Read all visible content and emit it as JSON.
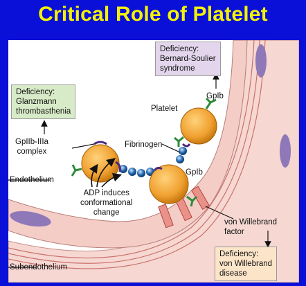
{
  "title": "Critical Role of Platelet",
  "labels": {
    "platelet": "Platelet",
    "fibrinogen": "Fibrinogen",
    "gpib_top": "GpIb",
    "gpib_mid": "GpIb",
    "gpiib_line1": "GpIIb-IIIa",
    "gpiib_line2": "complex",
    "endothelium": "Endothelium",
    "subendothelium": "Subendothelium",
    "adp_line1": "ADP induces",
    "adp_line2": "conformational",
    "adp_line3": "change",
    "vwf_line1": "von Willebrand",
    "vwf_line2": "factor"
  },
  "boxes": {
    "glanzmann": [
      "Deficiency:",
      "Glanzmann",
      "thrombasthenia"
    ],
    "bernard": [
      "Deficiency:",
      "Bernard-Soulier",
      "syndrome"
    ],
    "vwd": [
      "Deficiency:",
      "von Willebrand",
      "disease"
    ]
  },
  "colors": {
    "background": "#0a10d8",
    "title": "#f3f303",
    "platelet": "#f0a030",
    "vessel": "#f2c9c4",
    "receptor_green": "#2e8b3a",
    "fibrinogen": "#2b6fb5",
    "vwf": "#d9534f",
    "glanzmann_box": "#d8ebc8",
    "bernard_box": "#e3d6ec",
    "vwd_box": "#fbe4c8"
  }
}
